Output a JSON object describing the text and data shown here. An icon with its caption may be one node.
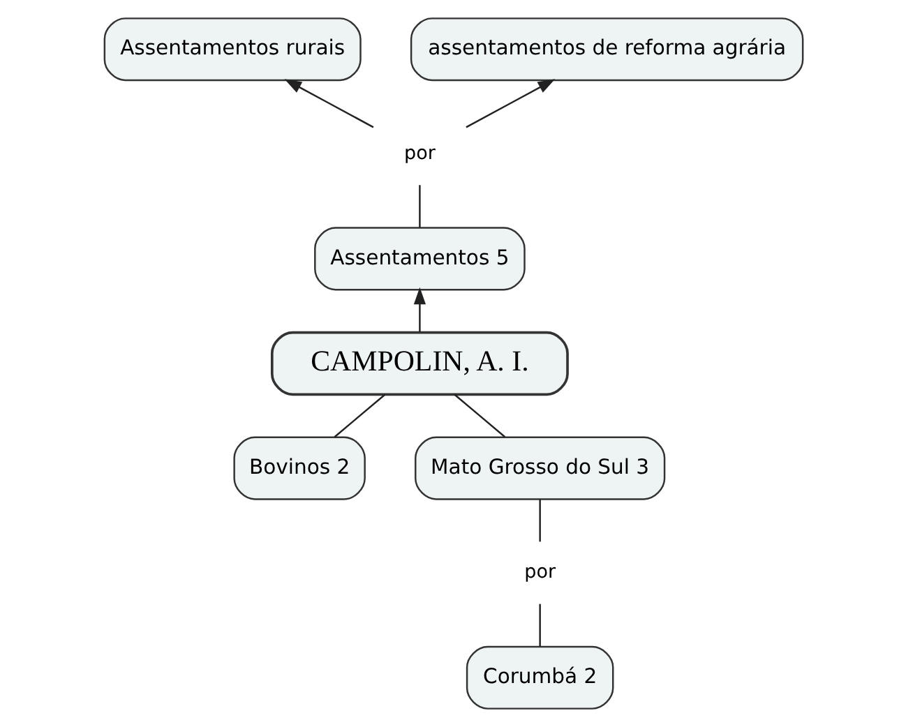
{
  "diagram": {
    "nodes": [
      {
        "text": [
          "Assentamentos rurais"
        ]
      },
      {
        "text": [
          "assentamentos de reforma agrária"
        ]
      },
      {
        "text": [
          "por"
        ]
      },
      {
        "text": [
          "Assentamentos 5"
        ]
      },
      {
        "text": [
          "CAMPOLIN, A. I."
        ]
      },
      {
        "text": [
          "Bovinos 2"
        ]
      },
      {
        "text": [
          "Mato Grosso do Sul 3"
        ]
      },
      {
        "text": [
          "por"
        ]
      },
      {
        "text": [
          "Corumbá 2"
        ]
      }
    ],
    "edges": [
      {
        "from": 3,
        "to": 2,
        "arrow": "none"
      },
      {
        "from": 2,
        "to": 0,
        "arrow": "to"
      },
      {
        "from": 2,
        "to": 1,
        "arrow": "to"
      },
      {
        "from": 4,
        "to": 3,
        "arrow": "to"
      },
      {
        "from": 4,
        "to": 5,
        "arrow": "none"
      },
      {
        "from": 4,
        "to": 6,
        "arrow": "none"
      },
      {
        "from": 6,
        "to": 7,
        "arrow": "none"
      },
      {
        "from": 7,
        "to": 8,
        "arrow": "none"
      }
    ]
  }
}
